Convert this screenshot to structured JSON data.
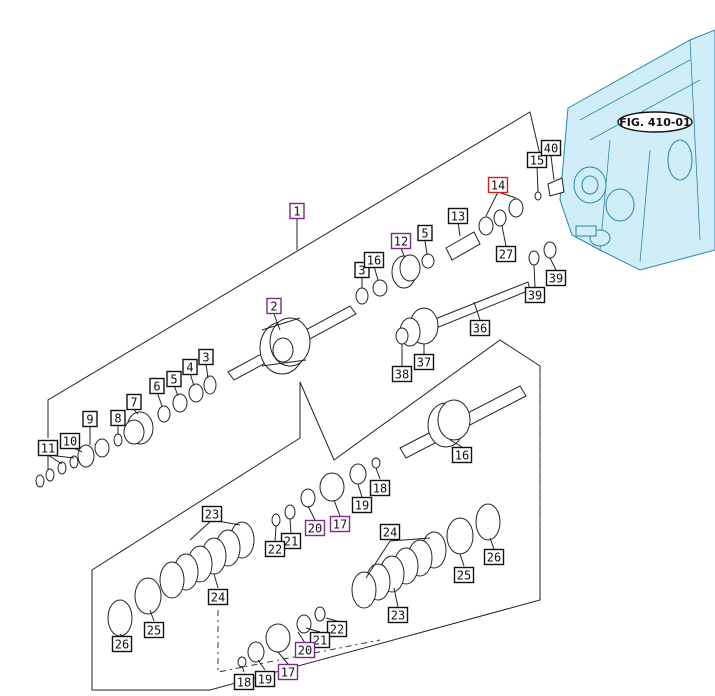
{
  "figure": {
    "label": "FIG. 410-01"
  },
  "colors": {
    "box_default": "#111111",
    "box_purple": "#7a2a8a",
    "box_red": "#d42020",
    "highlight_fill": "#f08080",
    "housing_fill": "#cfeef7",
    "housing_stroke": "#2b86a6"
  },
  "callouts": [
    {
      "id": "c1",
      "text": "1",
      "style": "purple"
    },
    {
      "id": "c2",
      "text": "2",
      "style": "purple"
    },
    {
      "id": "c3a",
      "text": "3",
      "style": "default"
    },
    {
      "id": "c4a",
      "text": "4",
      "style": "default"
    },
    {
      "id": "c5a",
      "text": "5",
      "style": "default"
    },
    {
      "id": "c6",
      "text": "6",
      "style": "default"
    },
    {
      "id": "c7",
      "text": "7",
      "style": "default"
    },
    {
      "id": "c8",
      "text": "8",
      "style": "default"
    },
    {
      "id": "c9",
      "text": "9",
      "style": "default"
    },
    {
      "id": "c10",
      "text": "10",
      "style": "default"
    },
    {
      "id": "c11",
      "text": "11",
      "style": "default"
    },
    {
      "id": "c3b",
      "text": "3",
      "style": "default"
    },
    {
      "id": "c16a",
      "text": "16",
      "style": "default"
    },
    {
      "id": "c12",
      "text": "12",
      "style": "purple"
    },
    {
      "id": "c5b",
      "text": "5",
      "style": "default"
    },
    {
      "id": "c13",
      "text": "13",
      "style": "default"
    },
    {
      "id": "c14",
      "text": "14",
      "style": "red"
    },
    {
      "id": "c27",
      "text": "27",
      "style": "default"
    },
    {
      "id": "c15",
      "text": "15",
      "style": "default"
    },
    {
      "id": "c40",
      "text": "40",
      "style": "default"
    },
    {
      "id": "c39a",
      "text": "39",
      "style": "default"
    },
    {
      "id": "c39b",
      "text": "39",
      "style": "default"
    },
    {
      "id": "c36",
      "text": "36",
      "style": "default"
    },
    {
      "id": "c37",
      "text": "37",
      "style": "default"
    },
    {
      "id": "c38",
      "text": "38",
      "style": "default"
    },
    {
      "id": "c16b",
      "text": "16",
      "style": "default"
    },
    {
      "id": "c18a",
      "text": "18",
      "style": "default"
    },
    {
      "id": "c19a",
      "text": "19",
      "style": "default"
    },
    {
      "id": "c17a",
      "text": "17",
      "style": "purple"
    },
    {
      "id": "c20a",
      "text": "20",
      "style": "purple"
    },
    {
      "id": "c21a",
      "text": "21",
      "style": "default"
    },
    {
      "id": "c22a",
      "text": "22",
      "style": "default"
    },
    {
      "id": "c23a",
      "text": "23",
      "style": "default"
    },
    {
      "id": "c24a",
      "text": "24",
      "style": "default"
    },
    {
      "id": "c25a",
      "text": "25",
      "style": "default"
    },
    {
      "id": "c26a",
      "text": "26",
      "style": "default"
    },
    {
      "id": "c24b",
      "text": "24",
      "style": "default"
    },
    {
      "id": "c23b",
      "text": "23",
      "style": "default"
    },
    {
      "id": "c25b",
      "text": "25",
      "style": "default"
    },
    {
      "id": "c26b",
      "text": "26",
      "style": "default"
    },
    {
      "id": "c22b",
      "text": "22",
      "style": "default"
    },
    {
      "id": "c21b",
      "text": "21",
      "style": "default"
    },
    {
      "id": "c20b",
      "text": "20",
      "style": "purple"
    },
    {
      "id": "c17b",
      "text": "17",
      "style": "purple"
    },
    {
      "id": "c19b",
      "text": "19",
      "style": "default"
    },
    {
      "id": "c18b",
      "text": "18",
      "style": "default"
    }
  ]
}
